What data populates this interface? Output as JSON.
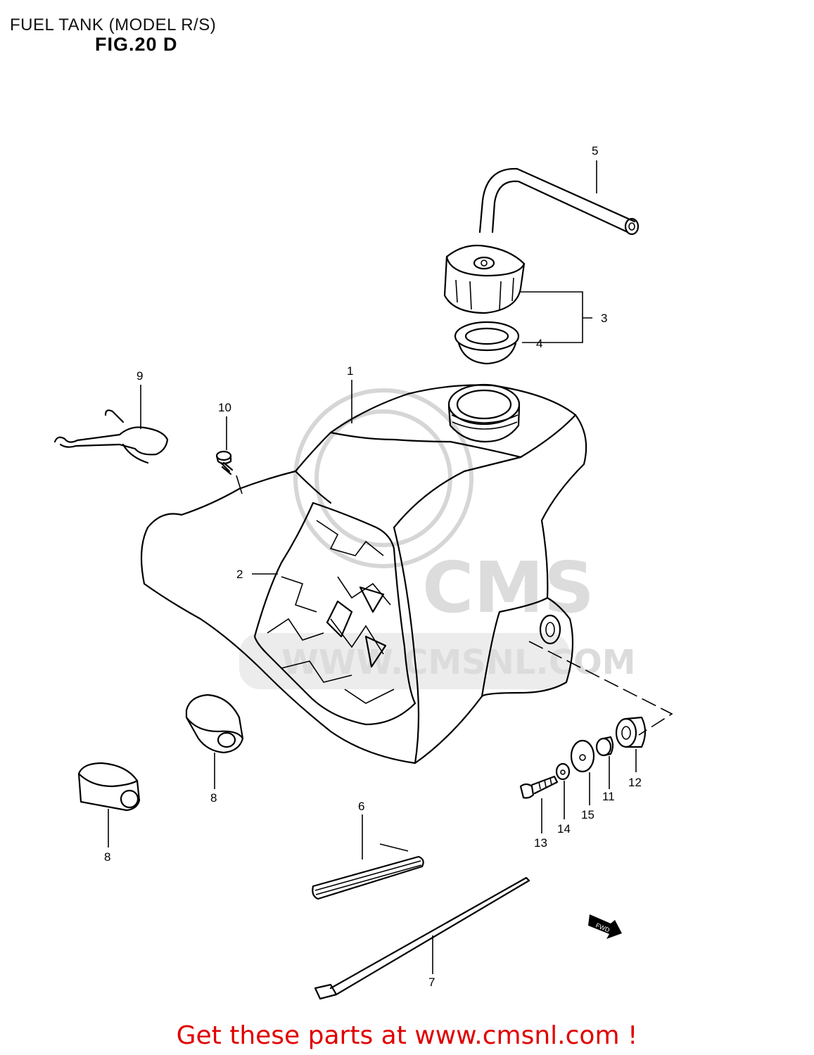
{
  "header": {
    "title": "FUEL TANK (MODEL R/S)",
    "figure": "FIG.20 D"
  },
  "callouts": [
    "1",
    "2",
    "3",
    "4",
    "5",
    "6",
    "7",
    "8",
    "8",
    "9",
    "10",
    "11",
    "12",
    "13",
    "14",
    "15"
  ],
  "watermark": {
    "text": "CMS",
    "url": "WWW.CMSNL.COM"
  },
  "direction_marker": "FWD",
  "footer": {
    "text": "Get these parts at www.cmsnl.com !",
    "color": "#e00000"
  }
}
